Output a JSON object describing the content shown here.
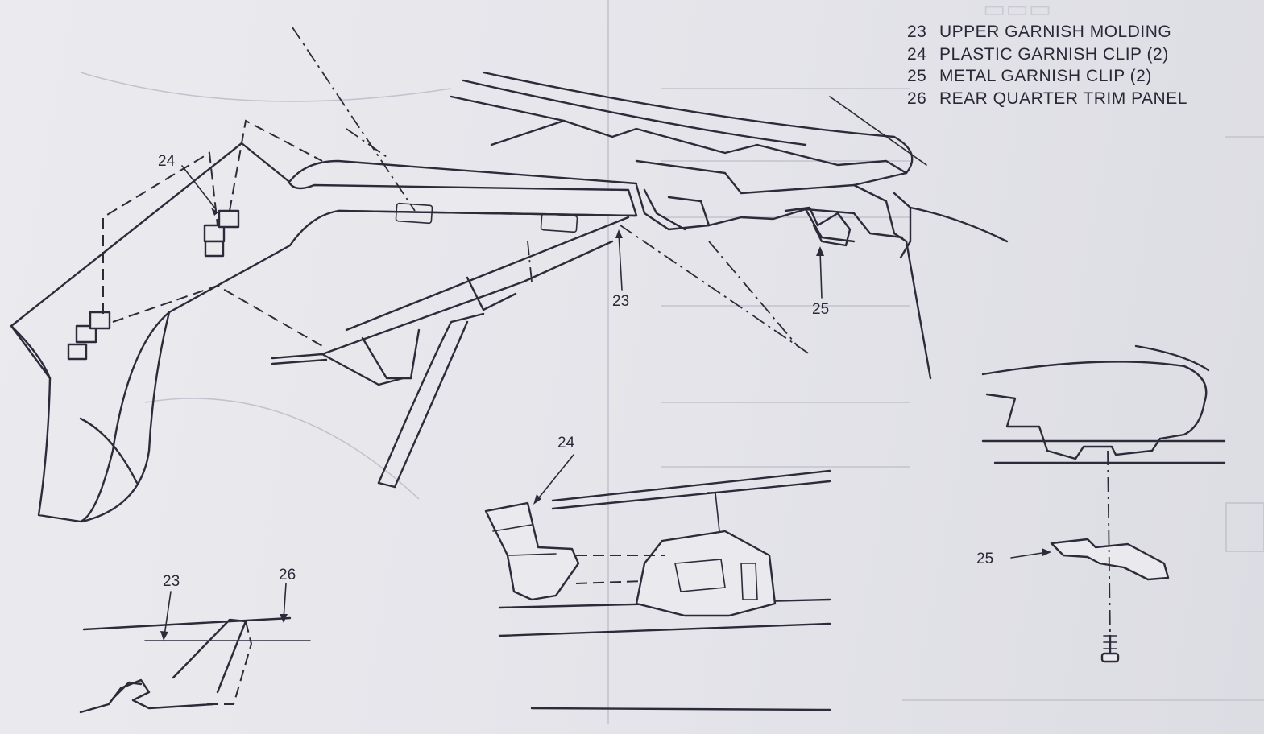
{
  "legend": {
    "items": [
      {
        "num": "23",
        "label": "UPPER GARNISH MOLDING"
      },
      {
        "num": "24",
        "label": "PLASTIC GARNISH CLIP (2)"
      },
      {
        "num": "25",
        "label": "METAL GARNISH CLIP (2)"
      },
      {
        "num": "26",
        "label": "REAR QUARTER TRIM PANEL"
      }
    ]
  },
  "callouts": {
    "main_24": "24",
    "main_23": "23",
    "main_25": "25",
    "detail_24": "24",
    "detail_25": "25",
    "section_23": "23",
    "section_26": "26"
  },
  "colors": {
    "ink": "#2d2b3a",
    "paper": "#e7e7ec"
  }
}
